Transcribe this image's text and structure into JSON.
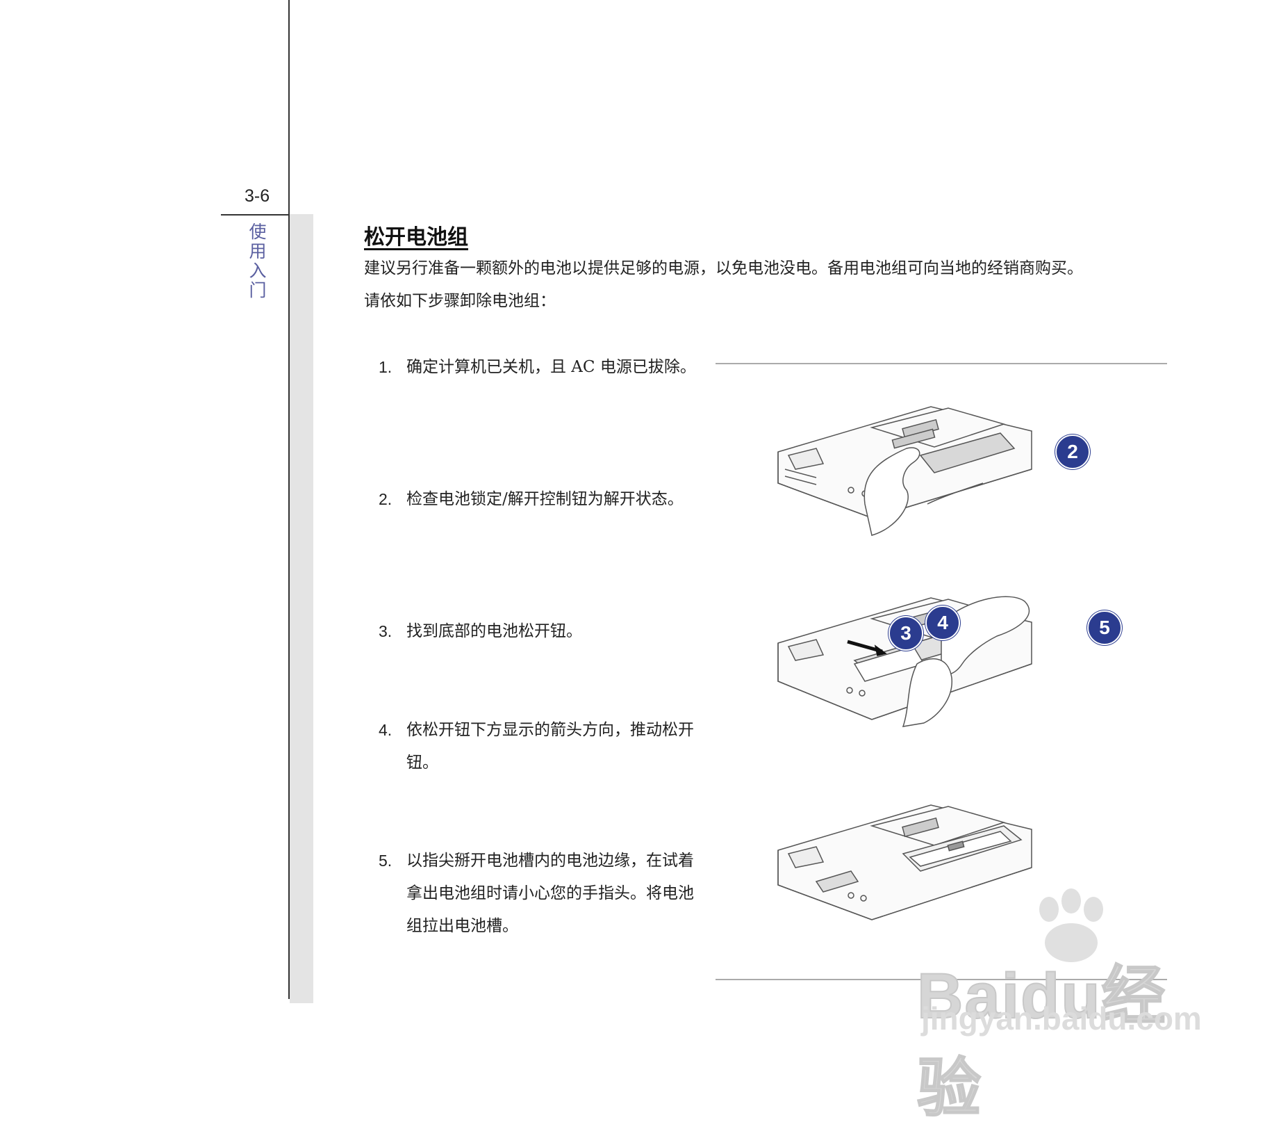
{
  "page": {
    "number": "3-6",
    "side_tab": [
      "使",
      "用",
      "入",
      "门"
    ]
  },
  "section": {
    "title": "松开电池组",
    "intro_lines": [
      "建议另行准备一颗额外的电池以提供足够的电源，以免电池没电。备用电池组可向当地的经销商购买。",
      "请依如下步骤卸除电池组："
    ]
  },
  "steps": [
    {
      "num": "1.",
      "text": "确定计算机已关机，且 AC 电源已拔除。"
    },
    {
      "num": "2.",
      "text": "检查电池锁定/解开控制钮为解开状态。"
    },
    {
      "num": "3.",
      "text": "找到底部的电池松开钮。"
    },
    {
      "num": "4.",
      "text": "依松开钮下方显示的箭头方向，推动松开钮。"
    },
    {
      "num": "5.",
      "text": "以指尖掰开电池槽内的电池边缘，在试着拿出电池组时请小心您的手指头。将电池组拉出电池槽。"
    }
  ],
  "callouts": {
    "c2": "2",
    "c3": "3",
    "c4": "4",
    "c5": "5"
  },
  "watermark": {
    "brand": "Baidu经验",
    "url": "jingyan.baidu.com"
  },
  "colors": {
    "badge": "#2b3c8f",
    "side_tab": "#5a5fa0",
    "strip": "#e4e4e4"
  }
}
